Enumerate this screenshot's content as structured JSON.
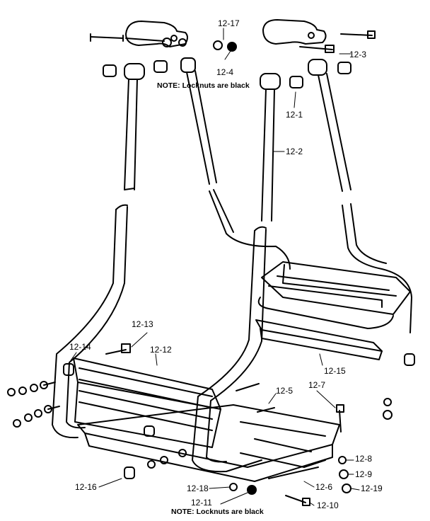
{
  "notes": {
    "top": "NOTE: Locknuts are black",
    "bottom": "NOTE: Locknuts are black"
  },
  "parts": {
    "p12_1": "12-1",
    "p12_2": "12-2",
    "p12_3": "12-3",
    "p12_4": "12-4",
    "p12_5": "12-5",
    "p12_6": "12-6",
    "p12_7": "12-7",
    "p12_8": "12-8",
    "p12_9": "12-9",
    "p12_10": "12-10",
    "p12_11": "12-11",
    "p12_12": "12-12",
    "p12_13": "12-13",
    "p12_14": "12-14",
    "p12_15": "12-15",
    "p12_16": "12-16",
    "p12_17": "12-17",
    "p12_18": "12-18",
    "p12_19": "12-19"
  }
}
